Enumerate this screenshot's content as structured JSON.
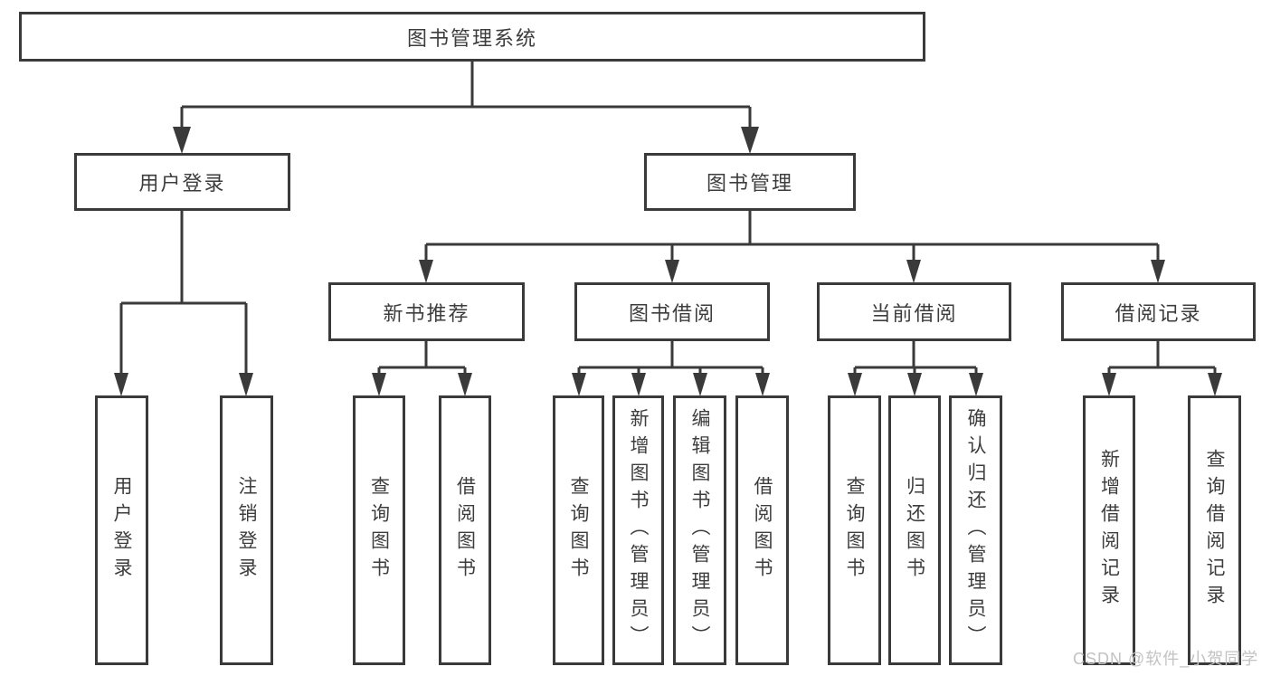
{
  "tree": {
    "root": "图书管理系统",
    "children": [
      {
        "label": "用户登录",
        "children": [
          "用户登录",
          "注销登录"
        ]
      },
      {
        "label": "图书管理",
        "children": [
          {
            "label": "新书推荐",
            "children": [
              "查询图书",
              "借阅图书"
            ]
          },
          {
            "label": "图书借阅",
            "children": [
              "查询图书",
              "新增图书（管理员）",
              "编辑图书（管理员）",
              "借阅图书"
            ]
          },
          {
            "label": "当前借阅",
            "children": [
              "查询图书",
              "归还图书",
              "确认归还（管理员）"
            ]
          },
          {
            "label": "借阅记录",
            "children": [
              "新增借阅记录",
              "查询借阅记录"
            ]
          }
        ]
      }
    ]
  },
  "watermark": {
    "text": "CSDN @软件_小贺同学"
  },
  "colors": {
    "line": "#3a3a3a",
    "text": "#3d3d3d",
    "watermark": "#c2c2c2",
    "background": "#ffffff"
  }
}
